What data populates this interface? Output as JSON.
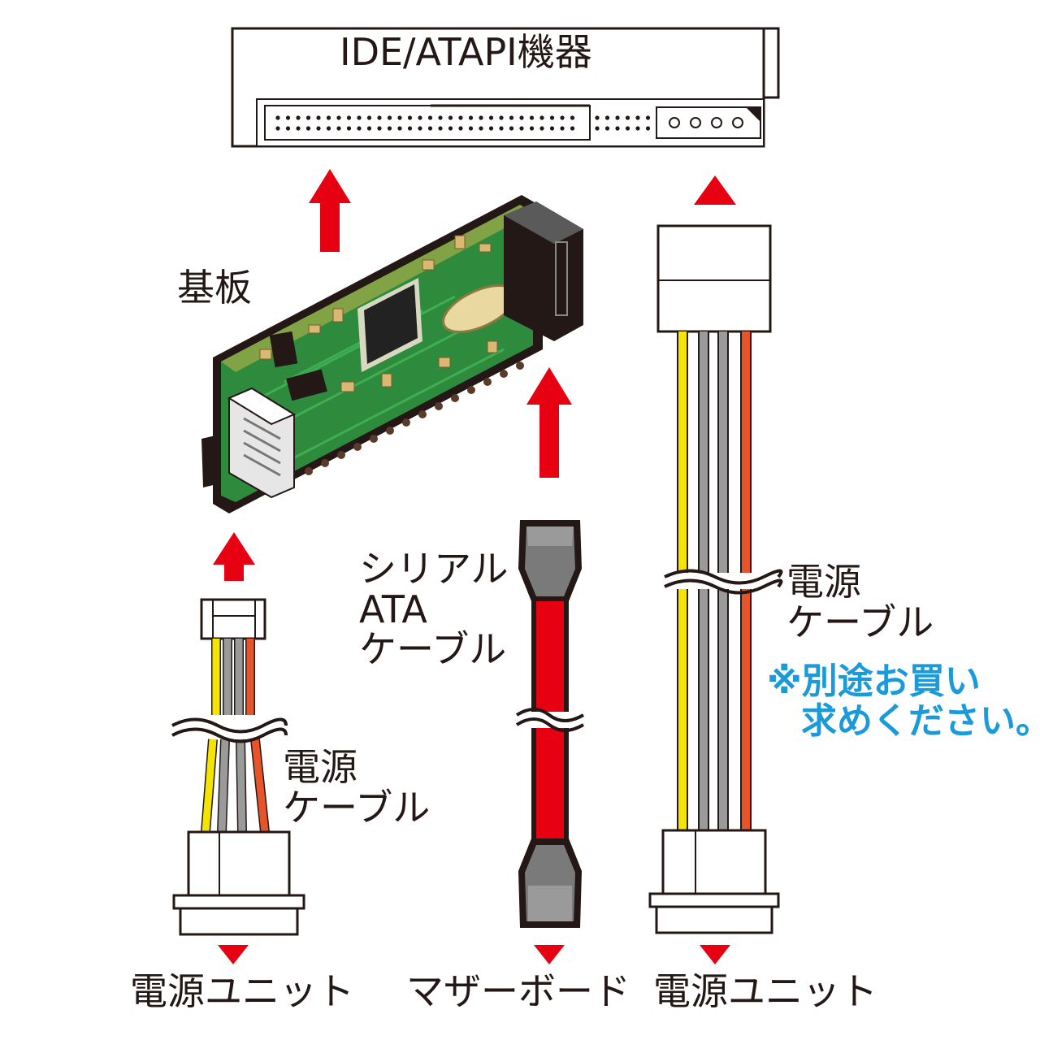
{
  "device": {
    "title": "IDE/ATAPI機器"
  },
  "board": {
    "label": "基板"
  },
  "sata_cable": {
    "line1": "シリアル",
    "line2": "ATA",
    "line3": "ケーブル"
  },
  "power_cable_left": {
    "line1": "電源",
    "line2": "ケーブル"
  },
  "power_cable_right": {
    "line1": "電源",
    "line2": "ケーブル"
  },
  "note": {
    "line1": "※別途お買い",
    "line2": "求めください。"
  },
  "destinations": {
    "left": "電源ユニット",
    "center": "マザーボード",
    "right": "電源ユニット"
  },
  "colors": {
    "arrow_red": "#e60012",
    "pcb_green": "#2e8b3e",
    "sata_red": "#e60012",
    "note_blue": "#1a9ad8",
    "wire_yellow": "#f5e400",
    "wire_gray": "#9a9a9a",
    "wire_orange": "#e8542a"
  }
}
